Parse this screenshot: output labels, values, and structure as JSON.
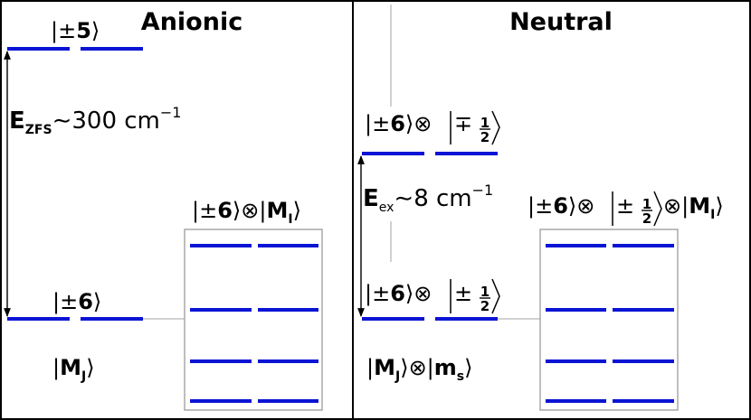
{
  "colors": {
    "level": "#0a14d4",
    "connector": "#b8b8b8",
    "frame": "#000000"
  },
  "anionic": {
    "title": "Anionic",
    "upper_state": {
      "pre": "|±",
      "num": "5",
      "post": "⟩"
    },
    "lower_state": {
      "pre": "|±",
      "num": "6",
      "post": "⟩"
    },
    "mj_label": {
      "pre": "|",
      "M": "M",
      "sub": "J",
      "post": "⟩"
    },
    "energy_label": {
      "E": "E",
      "sub": "ZFS",
      "value": "∼300 cm",
      "sup": "−1"
    },
    "box_label": {
      "a": "|±",
      "b": "6",
      "c": "⟩⊗|",
      "d": "M",
      "sub": "I",
      "e": "⟩"
    },
    "box_level_rows": 4
  },
  "neutral": {
    "title": "Neutral",
    "upper_state": {
      "a": "|±",
      "b": "6",
      "c": "⟩⊗",
      "sign": "∓",
      "num": "1",
      "den": "2"
    },
    "lower_state": {
      "a": "|±",
      "b": "6",
      "c": "⟩⊗",
      "sign": "±",
      "num": "1",
      "den": "2"
    },
    "energy_label": {
      "E": "E",
      "sub": "ex",
      "value": "∼8 cm",
      "sup": "−1"
    },
    "mj_ms_label": {
      "a": "|",
      "M": "M",
      "sub1": "J",
      "b": "⟩⊗|",
      "m": "m",
      "sub2": "s",
      "c": "⟩"
    },
    "box_label": {
      "a": "|±",
      "b": "6",
      "c": "⟩⊗",
      "sign": "±",
      "num": "1",
      "den": "2",
      "d": "⊗|",
      "M": "M",
      "sub": "I",
      "e": "⟩"
    },
    "box_level_rows": 4
  }
}
